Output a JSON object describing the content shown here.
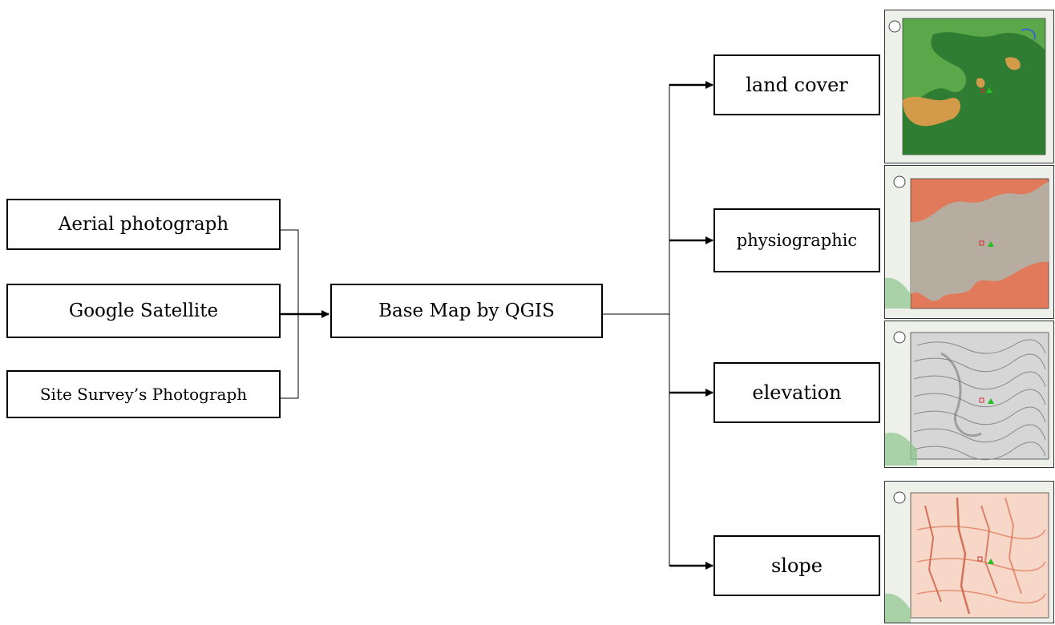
{
  "inputs": [
    {
      "label": "Aerial photograph"
    },
    {
      "label": "Google Satellite"
    },
    {
      "label": "Site Survey’s Photograph"
    }
  ],
  "base": {
    "label": "Base Map by QGIS"
  },
  "outputs": [
    {
      "label": "land cover",
      "map": "land-cover-map"
    },
    {
      "label": "physiographic",
      "map": "physiographic-map"
    },
    {
      "label": "elevation",
      "map": "elevation-map"
    },
    {
      "label": "slope",
      "map": "slope-map"
    }
  ],
  "colors": {
    "landcover_dark": "#2e7d32",
    "landcover_mid": "#5aa84a",
    "landcover_orange": "#d39a4a",
    "physio_orange": "#e07a5a",
    "physio_grey": "#b7aca0",
    "elev_grey": "#cfcfcf",
    "slope_red": "#d9603b",
    "marker_green": "#22c022",
    "marker_red": "#d32f2f"
  }
}
